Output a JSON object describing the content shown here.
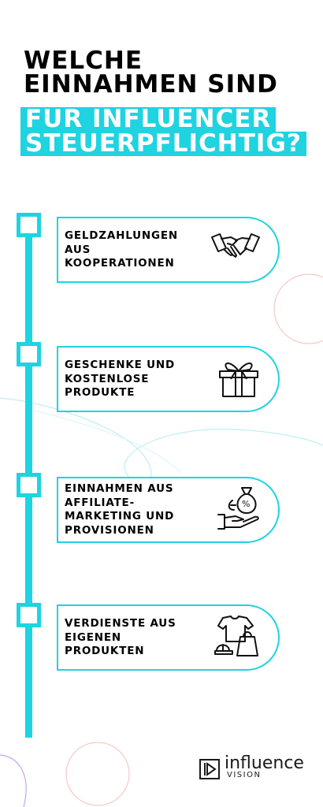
{
  "title": {
    "line1": "WELCHE",
    "line2": "EINNAHMEN SIND",
    "highlight1": "FÜR INFLUENCER",
    "highlight2": "STEUERPFLICHTIG?"
  },
  "items": [
    {
      "label": "GELDZAHLUNGEN AUS KOOPERATIONEN",
      "icon": "handshake-icon"
    },
    {
      "label": "GESCHENKE UND KOSTENLOSE PRODUKTE",
      "icon": "gift-icon"
    },
    {
      "label": "EINNAHMEN AUS AFFILIATE-MARKETING UND PROVISIONEN",
      "icon": "money-bag-hand-icon"
    },
    {
      "label": "VERDIENSTE AUS EIGENEN PRODUKTEN",
      "icon": "merchandise-icon"
    }
  ],
  "logo": {
    "word": "influence",
    "sub": "VISION"
  },
  "colors": {
    "accent": "#1fd3e0",
    "text": "#000000",
    "deco_pink": "#f6c9c3",
    "deco_purple": "#c9a3e8"
  }
}
